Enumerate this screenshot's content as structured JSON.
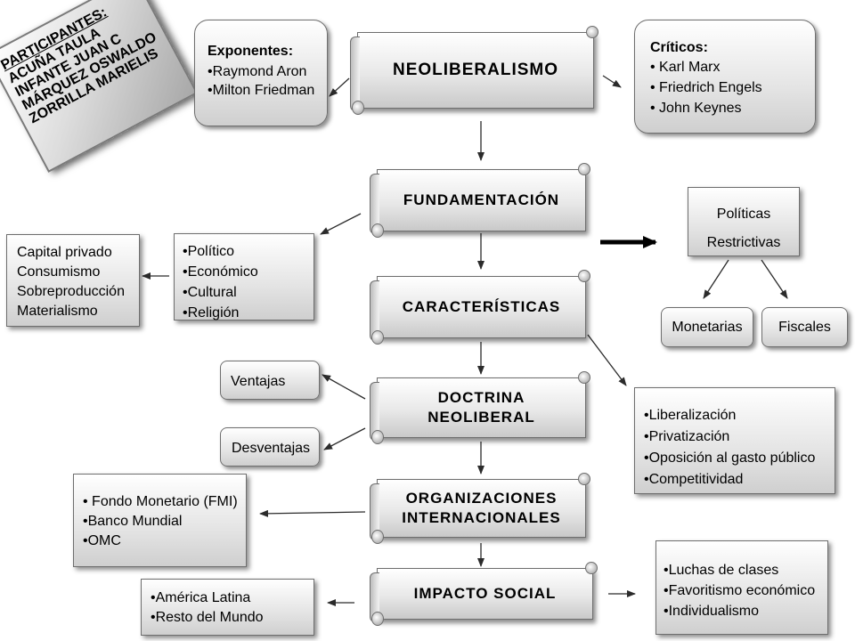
{
  "participants": {
    "title": "PARTICIPANTES:",
    "names": [
      "ACUÑA TAULA",
      "INFANTE JUAN C",
      "MÁRQUEZ OSWALDO",
      "ZORRILLA MARIELIS"
    ]
  },
  "exponentes": {
    "title": "Exponentes:",
    "items": [
      "•Raymond Aron",
      "•Milton Friedman"
    ]
  },
  "criticos": {
    "title": "Críticos:",
    "items": [
      "• Karl Marx",
      "• Friedrich Engels",
      "• John Keynes"
    ]
  },
  "main_nodes": {
    "neoliberalismo": "NEOLIBERALISMO",
    "fundamentacion": "FUNDAMENTACIÓN",
    "caracteristicas": "CARACTERÍSTICAS",
    "doctrina": "DOCTRINA NEOLIBERAL",
    "organizaciones": "ORGANIZACIONES INTERNACIONALES",
    "impacto": "IMPACTO SOCIAL"
  },
  "aspectos": {
    "items": [
      "•Político",
      "•Económico",
      "•Cultural",
      "•Religión"
    ]
  },
  "capital": {
    "items": [
      "Capital privado",
      "Consumismo",
      "Sobreproducción",
      "Materialismo"
    ]
  },
  "politicas": {
    "line1": "Políticas",
    "line2": "Restrictivas",
    "monetarias": "Monetarias",
    "fiscales": "Fiscales"
  },
  "ventajas": "Ventajas",
  "desventajas": "Desventajas",
  "caracteristicas_list": {
    "items": [
      "•Liberalización",
      "•Privatización",
      "•Oposición al gasto público",
      "•Competitividad"
    ]
  },
  "organismos": {
    "items": [
      "• Fondo Monetario (FMI)",
      "•Banco Mundial",
      "•OMC"
    ]
  },
  "regiones": {
    "items": [
      "•América Latina",
      "•Resto del Mundo"
    ]
  },
  "impactos": {
    "items": [
      "•Luchas de clases",
      "•Favoritismo económico",
      "•Individualismo"
    ]
  },
  "colors": {
    "line": "#2b2b2b",
    "border": "#6e6e6e"
  }
}
